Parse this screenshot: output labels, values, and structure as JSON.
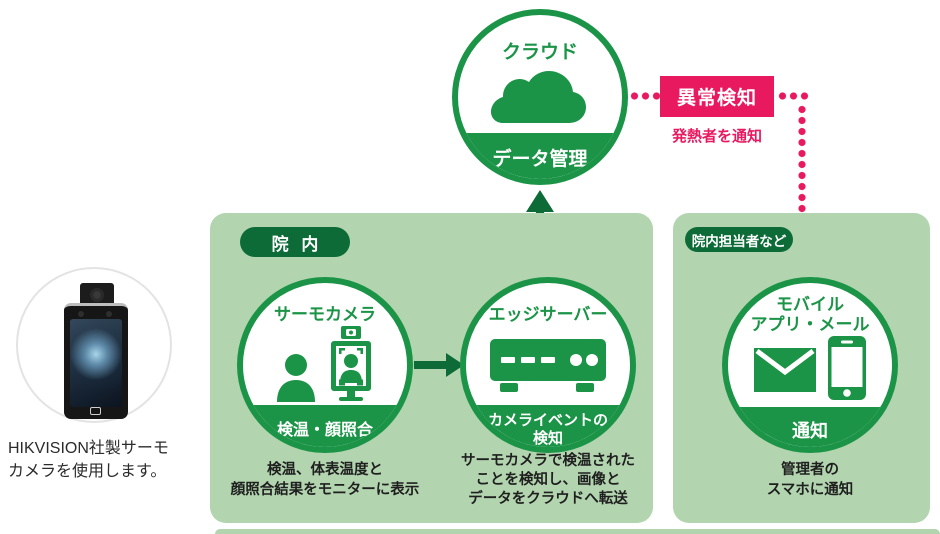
{
  "colors": {
    "green": "#1b9447",
    "dark_green": "#0d6b37",
    "panel_green": "#b2d5af",
    "pink": "#e8195f",
    "text": "#1f1f1f"
  },
  "cloud": {
    "title": "クラウド",
    "band": "データ管理",
    "icon": "cloud-icon"
  },
  "alert": {
    "box_label": "異常検知",
    "caption": "発熱者を通知"
  },
  "device_photo": {
    "icon": "thermo-camera-photo",
    "caption_line1": "HIKVISION社製サーモ",
    "caption_line2": "カメラを使用します。"
  },
  "hospital_panel": {
    "label": "院 内",
    "thermo_camera": {
      "title": "サーモカメラ",
      "band": "検温・顔照合",
      "icons": [
        "person-icon",
        "thermo-kiosk-icon"
      ],
      "desc_line1": "検温、体表温度と",
      "desc_line2": "顔照合結果をモニターに表示"
    },
    "edge_server": {
      "title": "エッジサーバー",
      "band_line1": "カメライベントの",
      "band_line2": "検知",
      "icons": [
        "server-icon"
      ],
      "desc_line1": "サーモカメラで検温された",
      "desc_line2": "ことを検知し、画像と",
      "desc_line3": "データをクラウドへ転送"
    }
  },
  "staff_panel": {
    "label": "院内担当者など",
    "mobile": {
      "title_line1": "モバイル",
      "title_line2": "アプリ・メール",
      "band": "通知",
      "icons": [
        "envelope-icon",
        "smartphone-icon"
      ],
      "desc_line1": "管理者の",
      "desc_line2": "スマホに通知"
    }
  }
}
